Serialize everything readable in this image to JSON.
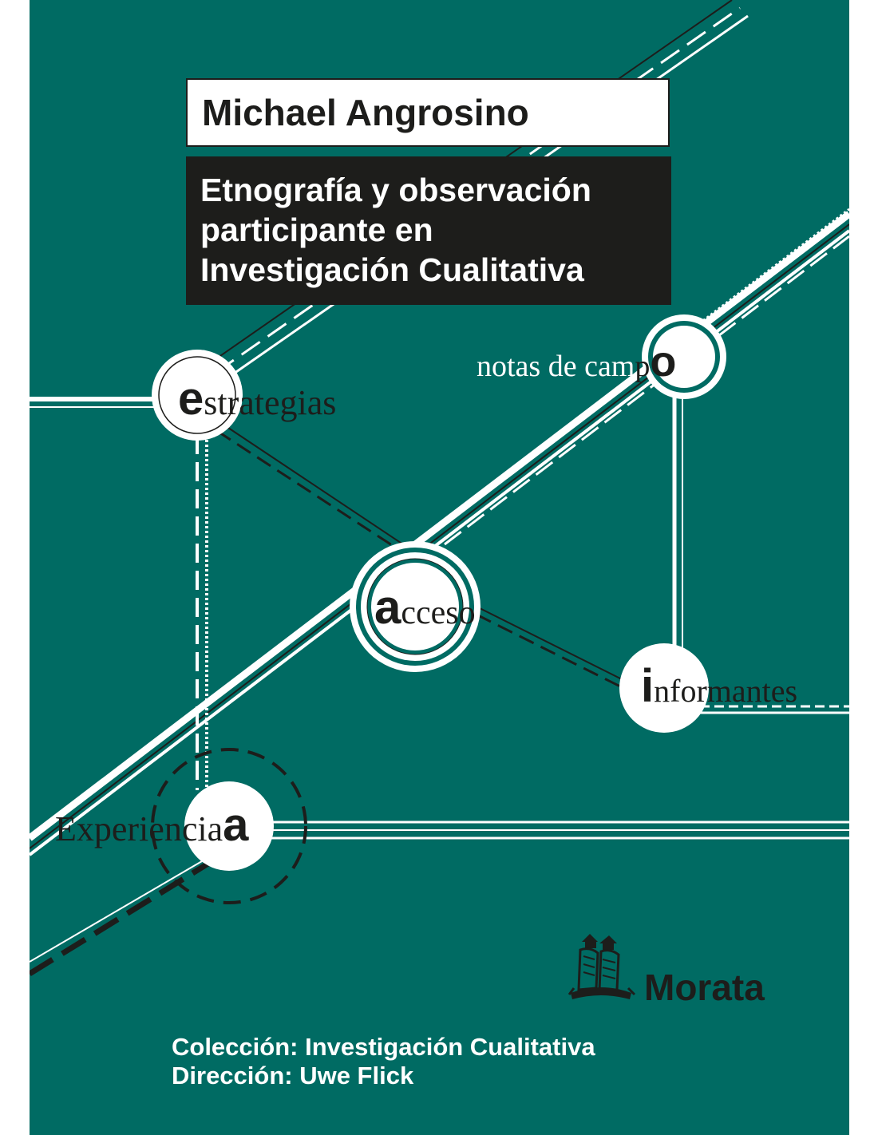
{
  "author": "Michael Angrosino",
  "title_lines": [
    "Etnografía y observación",
    "participante en",
    "Investigación Cualitativa"
  ],
  "keywords": {
    "estrategias": {
      "initial": "e",
      "rest": "strategias"
    },
    "notas": {
      "lead": "notas de cam",
      "tail": "p",
      "initial": "o"
    },
    "acceso": {
      "initial": "a",
      "rest": "cceso"
    },
    "informantes": {
      "initial": "i",
      "rest": "nformantes"
    },
    "experiencia": {
      "lead": "Experiencia",
      "initial": "a"
    }
  },
  "publisher": "Morata",
  "collection_line": "Colección: Investigación Cualitativa",
  "direction_line": "Dirección: Uwe Flick",
  "colors": {
    "background": "#006b63",
    "dark": "#1d1d1b",
    "white": "#ffffff"
  },
  "logo_icon": "morata-publisher-logo-icon"
}
